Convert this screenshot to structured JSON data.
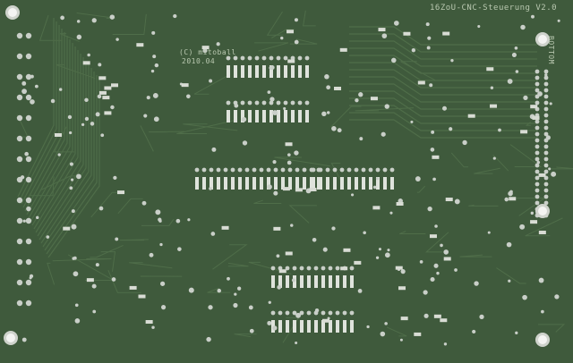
{
  "board": {
    "title_silk": "16ZoU-CNC-Steuerung V2.0",
    "side_silk": "BOTTOM",
    "copyright_silk": "(C) mitoball",
    "date_silk": "2010.04",
    "colors": {
      "substrate": "#3f5a3c",
      "trace": "#4f6d49",
      "pad": "#c9cfc8",
      "silk": "#b9c8b0",
      "mask": "#34502f"
    }
  }
}
